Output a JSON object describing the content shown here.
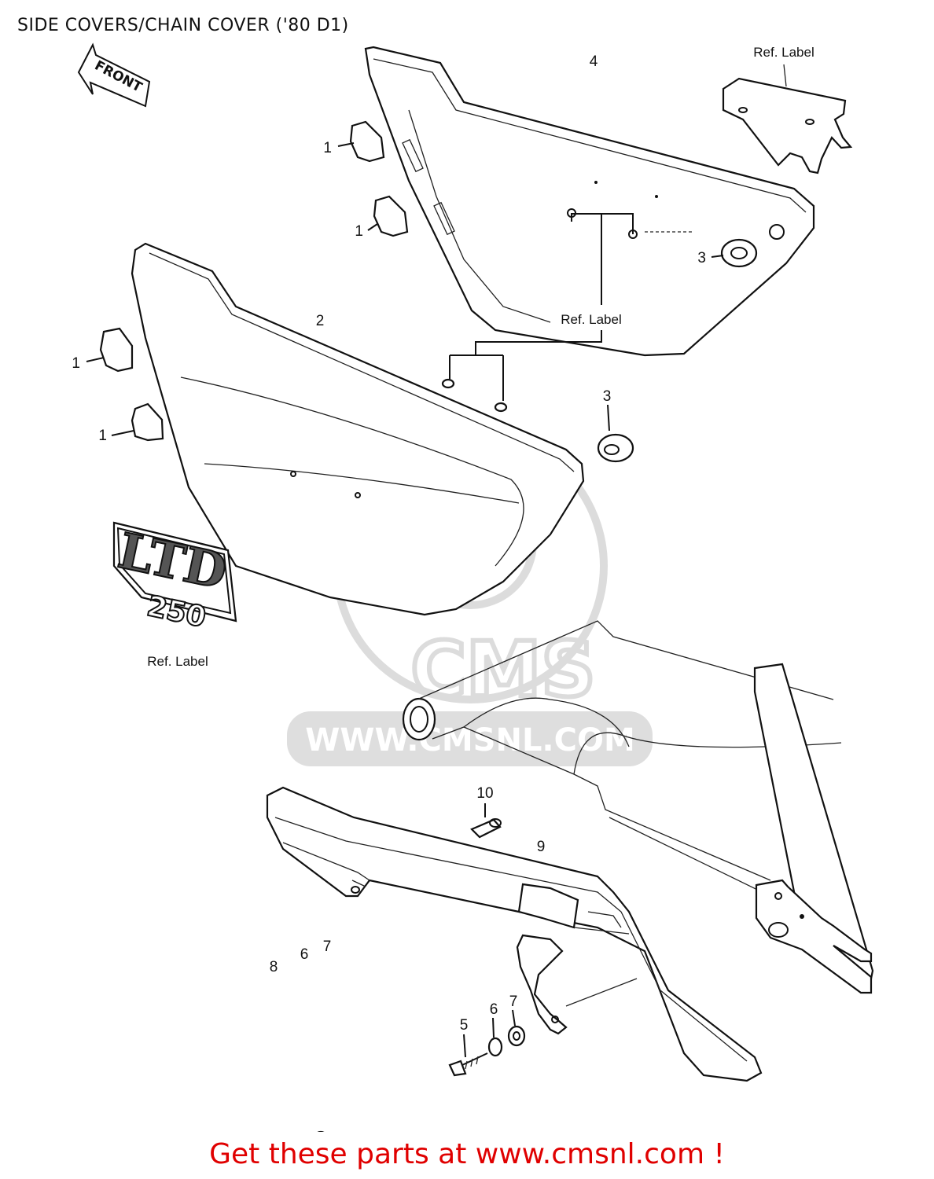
{
  "title": "SIDE COVERS/CHAIN COVER ('80 D1)",
  "front_arrow": "FRONT",
  "emblem": {
    "top": "LTD",
    "bottom": "250"
  },
  "callouts": [
    "1",
    "1",
    "1",
    "1",
    "2",
    "3",
    "3",
    "4",
    "5",
    "6",
    "6",
    "7",
    "7",
    "8",
    "9",
    "10"
  ],
  "ref_label": "Ref.  Label",
  "watermark": {
    "logo": "CMS",
    "url": "WWW.CMSNL.COM"
  },
  "footer": "Get these parts at www.cmsnl.com !",
  "colors": {
    "footer": "#e00000",
    "lines": "#111111",
    "watermark": "#dcdcdc"
  }
}
